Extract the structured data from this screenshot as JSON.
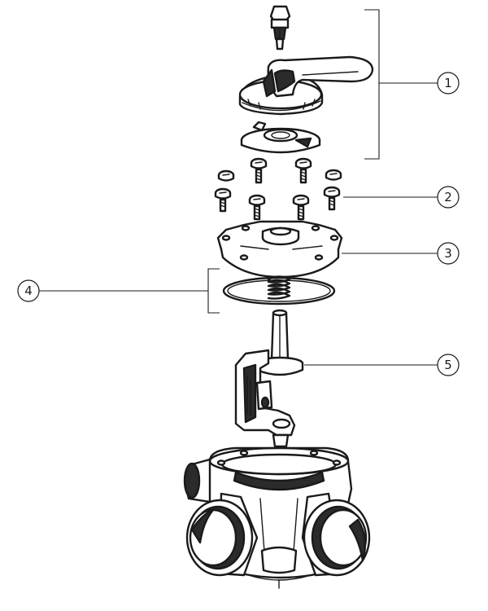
{
  "callouts": [
    {
      "label": "1"
    },
    {
      "label": "2"
    },
    {
      "label": "3"
    },
    {
      "label": "4"
    },
    {
      "label": "5"
    }
  ],
  "colors": {
    "ink": "#1a1a1a",
    "paper": "#ffffff",
    "shade": "#2b2b2b"
  }
}
